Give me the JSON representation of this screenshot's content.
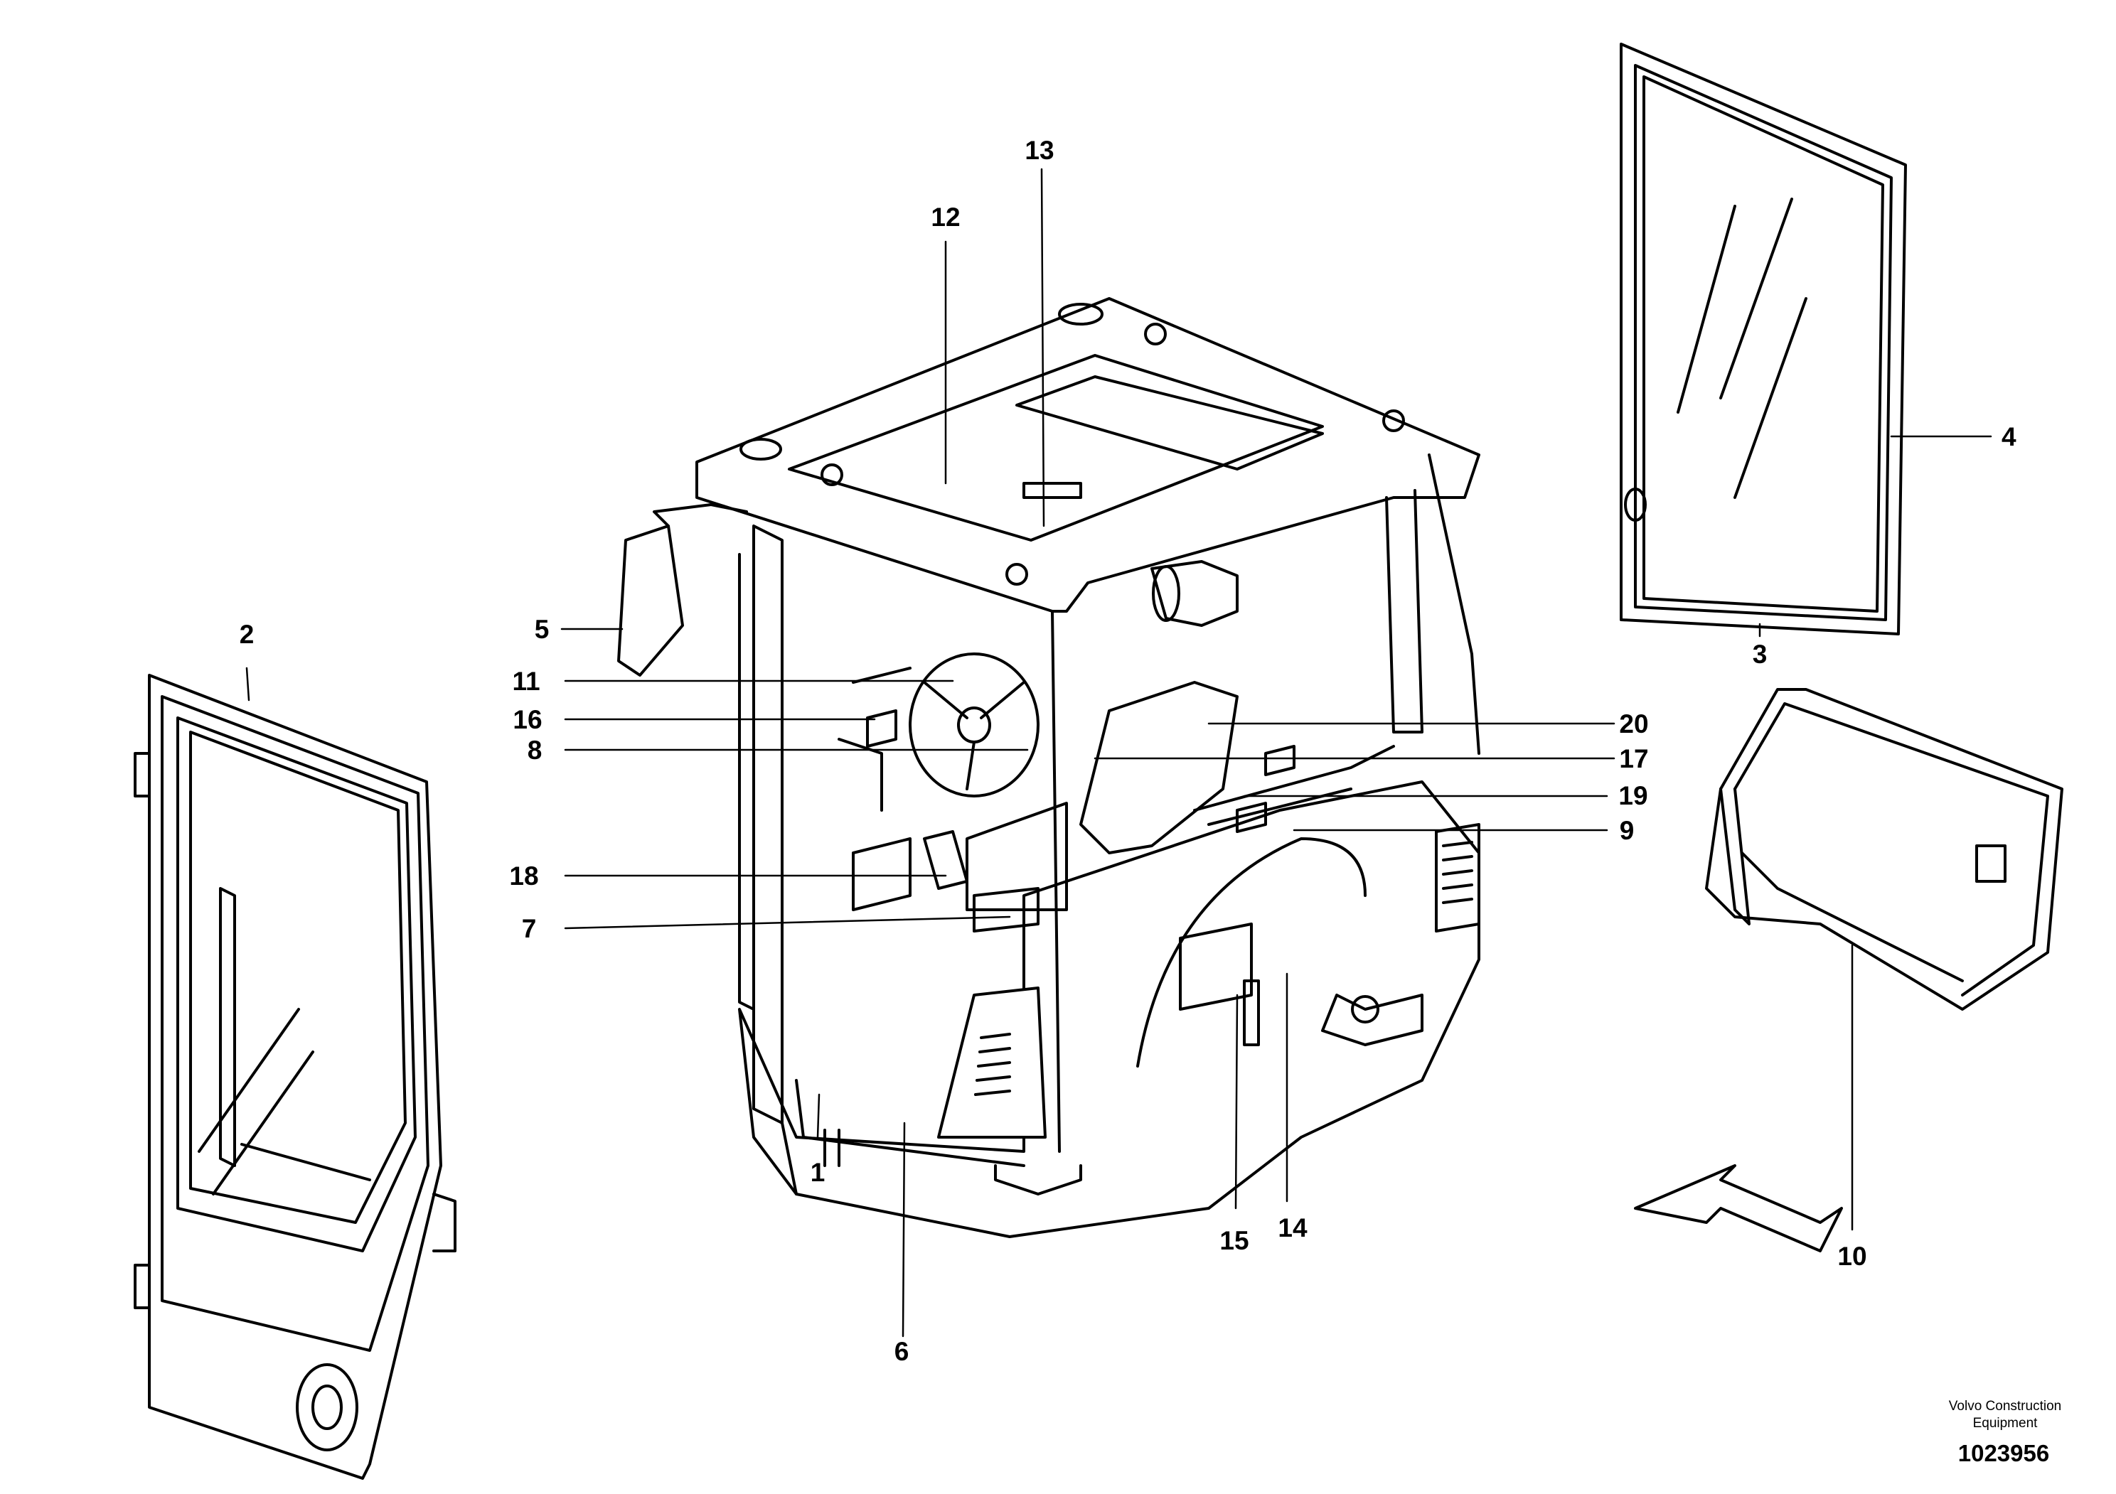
{
  "figure": {
    "part_number": "1023956",
    "credit_lines": [
      "Volvo Construction",
      "Equipment"
    ]
  },
  "callouts": [
    {
      "id": "c1",
      "label": "1"
    },
    {
      "id": "c2",
      "label": "2"
    },
    {
      "id": "c3",
      "label": "3"
    },
    {
      "id": "c4",
      "label": "4"
    },
    {
      "id": "c5",
      "label": "5"
    },
    {
      "id": "c6",
      "label": "6"
    },
    {
      "id": "c7",
      "label": "7"
    },
    {
      "id": "c8",
      "label": "8"
    },
    {
      "id": "c9",
      "label": "9"
    },
    {
      "id": "c10",
      "label": "10"
    },
    {
      "id": "c11",
      "label": "11"
    },
    {
      "id": "c12",
      "label": "12"
    },
    {
      "id": "c13",
      "label": "13"
    },
    {
      "id": "c14",
      "label": "14"
    },
    {
      "id": "c15",
      "label": "15"
    },
    {
      "id": "c16",
      "label": "16"
    },
    {
      "id": "c17",
      "label": "17"
    },
    {
      "id": "c18",
      "label": "18"
    },
    {
      "id": "c19",
      "label": "19"
    },
    {
      "id": "c20",
      "label": "20"
    }
  ],
  "icons": {
    "direction_arrow": "arrow-right-icon"
  }
}
